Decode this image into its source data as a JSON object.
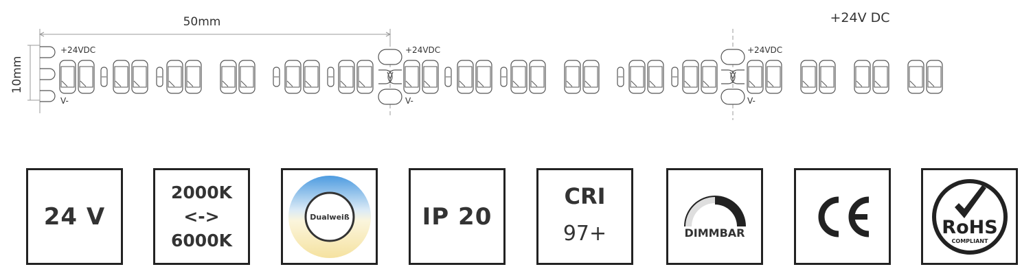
{
  "strip": {
    "dim_length": "50mm",
    "dim_width": "10mm",
    "voltage_title": "+24V DC",
    "segment_labels": {
      "plus": "+24VDC",
      "minus": "V-"
    },
    "line_color": "#555555",
    "dim_color": "#999999"
  },
  "badges": {
    "voltage": "24 V",
    "cct_low": "2000K",
    "cct_arrow": "<->",
    "cct_high": "6000K",
    "dual_white": "Dualweiß",
    "ip": "IP 20",
    "cri_title": "CRI",
    "cri_value": "97+",
    "dimmable": "DIMMBAR",
    "ce": "CE",
    "rohs": "RoHS",
    "rohs_sub": "COMPLIANT"
  },
  "colors": {
    "border": "#222222",
    "text": "#333333",
    "cool_white": "#5ea8e8",
    "warm_white": "#f8eab8"
  }
}
